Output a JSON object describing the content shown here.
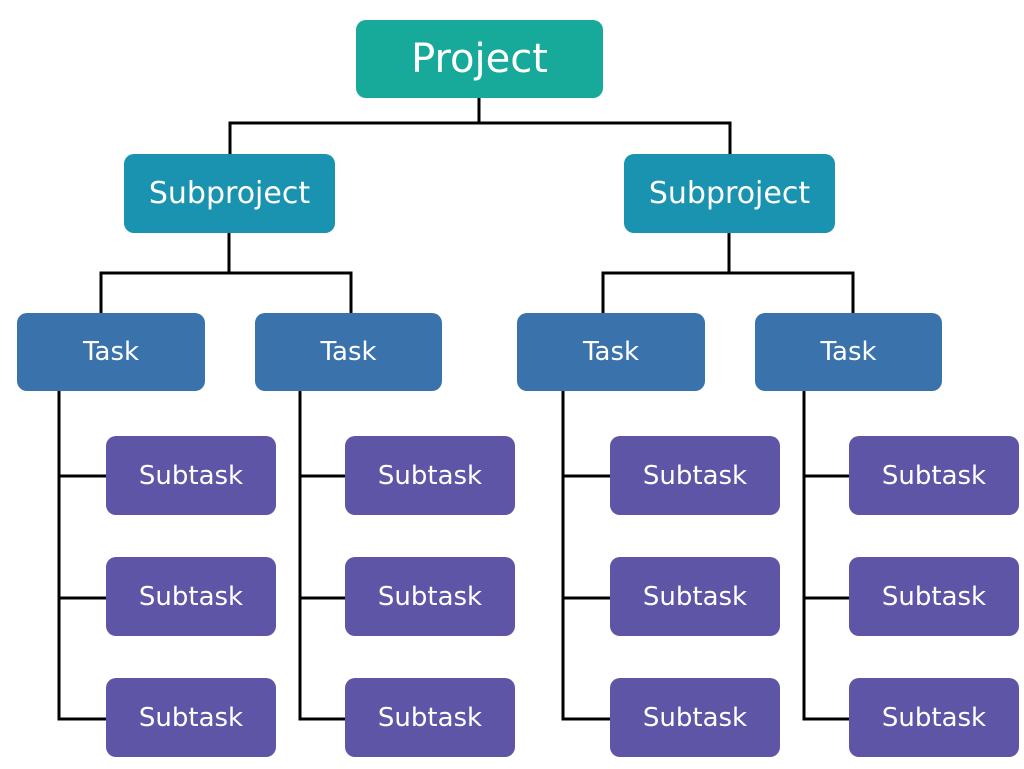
{
  "colors": {
    "project": "#17a99a",
    "subproject": "#1a93b0",
    "task": "#3a72ac",
    "subtask": "#5e55a7",
    "connector": "#000000",
    "text": "#ffffff"
  },
  "project": {
    "label": "Project",
    "subprojects": [
      {
        "label": "Subproject",
        "tasks": [
          {
            "label": "Task",
            "subtasks": [
              "Subtask",
              "Subtask",
              "Subtask"
            ]
          },
          {
            "label": "Task",
            "subtasks": [
              "Subtask",
              "Subtask",
              "Subtask"
            ]
          }
        ]
      },
      {
        "label": "Subproject",
        "tasks": [
          {
            "label": "Task",
            "subtasks": [
              "Subtask",
              "Subtask",
              "Subtask"
            ]
          },
          {
            "label": "Task",
            "subtasks": [
              "Subtask",
              "Subtask",
              "Subtask"
            ]
          }
        ]
      }
    ]
  }
}
